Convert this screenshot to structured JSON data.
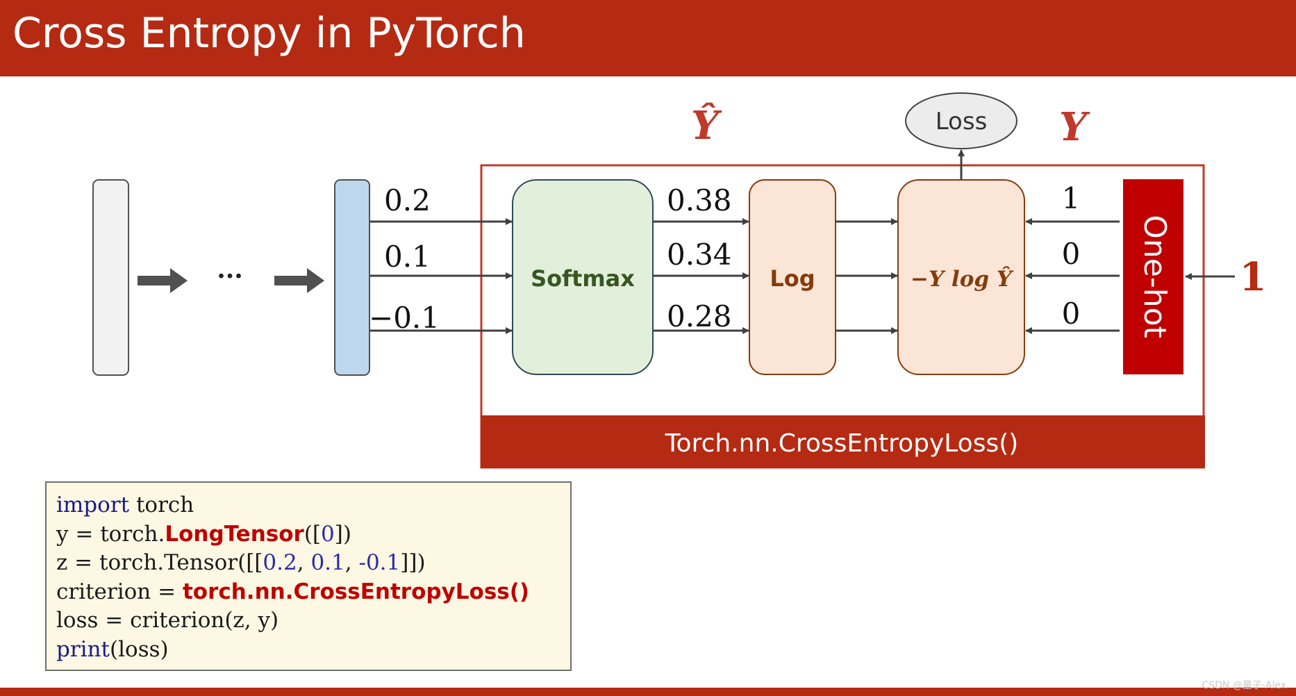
{
  "title": "Cross Entropy in PyTorch",
  "diagram": {
    "labels": {
      "y_hat": "Ŷ",
      "y": "Y",
      "loss": "Loss",
      "ellipsis": "···",
      "softmax": "Softmax",
      "log": "Log",
      "ylog": "−Y log Ŷ",
      "onehot": "One-hot",
      "target_class": "1",
      "module": "Torch.nn.CrossEntropyLoss()"
    },
    "logits": [
      "0.2",
      "0.1",
      "−0.1"
    ],
    "probs": [
      "0.38",
      "0.34",
      "0.28"
    ],
    "onehot_values": [
      "1",
      "0",
      "0"
    ]
  },
  "code": {
    "line1_kw": "import",
    "line1_rest": " torch",
    "line2_a": "y = torch.",
    "line2_hl": "LongTensor",
    "line2_b": "([",
    "line2_num": "0",
    "line2_c": "])",
    "line3_a": "z = torch.Tensor([[",
    "line3_n1": "0.2",
    "line3_sep1": ", ",
    "line3_n2": "0.1",
    "line3_sep2": ", ",
    "line3_n3": "-0.1",
    "line3_c": "]])",
    "line4_a": "criterion = ",
    "line4_hl": "torch.nn.CrossEntropyLoss()",
    "line5": "loss = criterion(z, y)",
    "line6_kw": "print",
    "line6_rest": "(loss)"
  },
  "watermark": "CSDN @量子-Alex",
  "colors": {
    "brand_red": "#b52a12",
    "softmax_fill": "#e2efda",
    "log_fill": "#fbe5d6",
    "input_fill": "#bdd7ee",
    "onehot_fill": "#c00000",
    "code_bg": "#fdf8e4"
  }
}
